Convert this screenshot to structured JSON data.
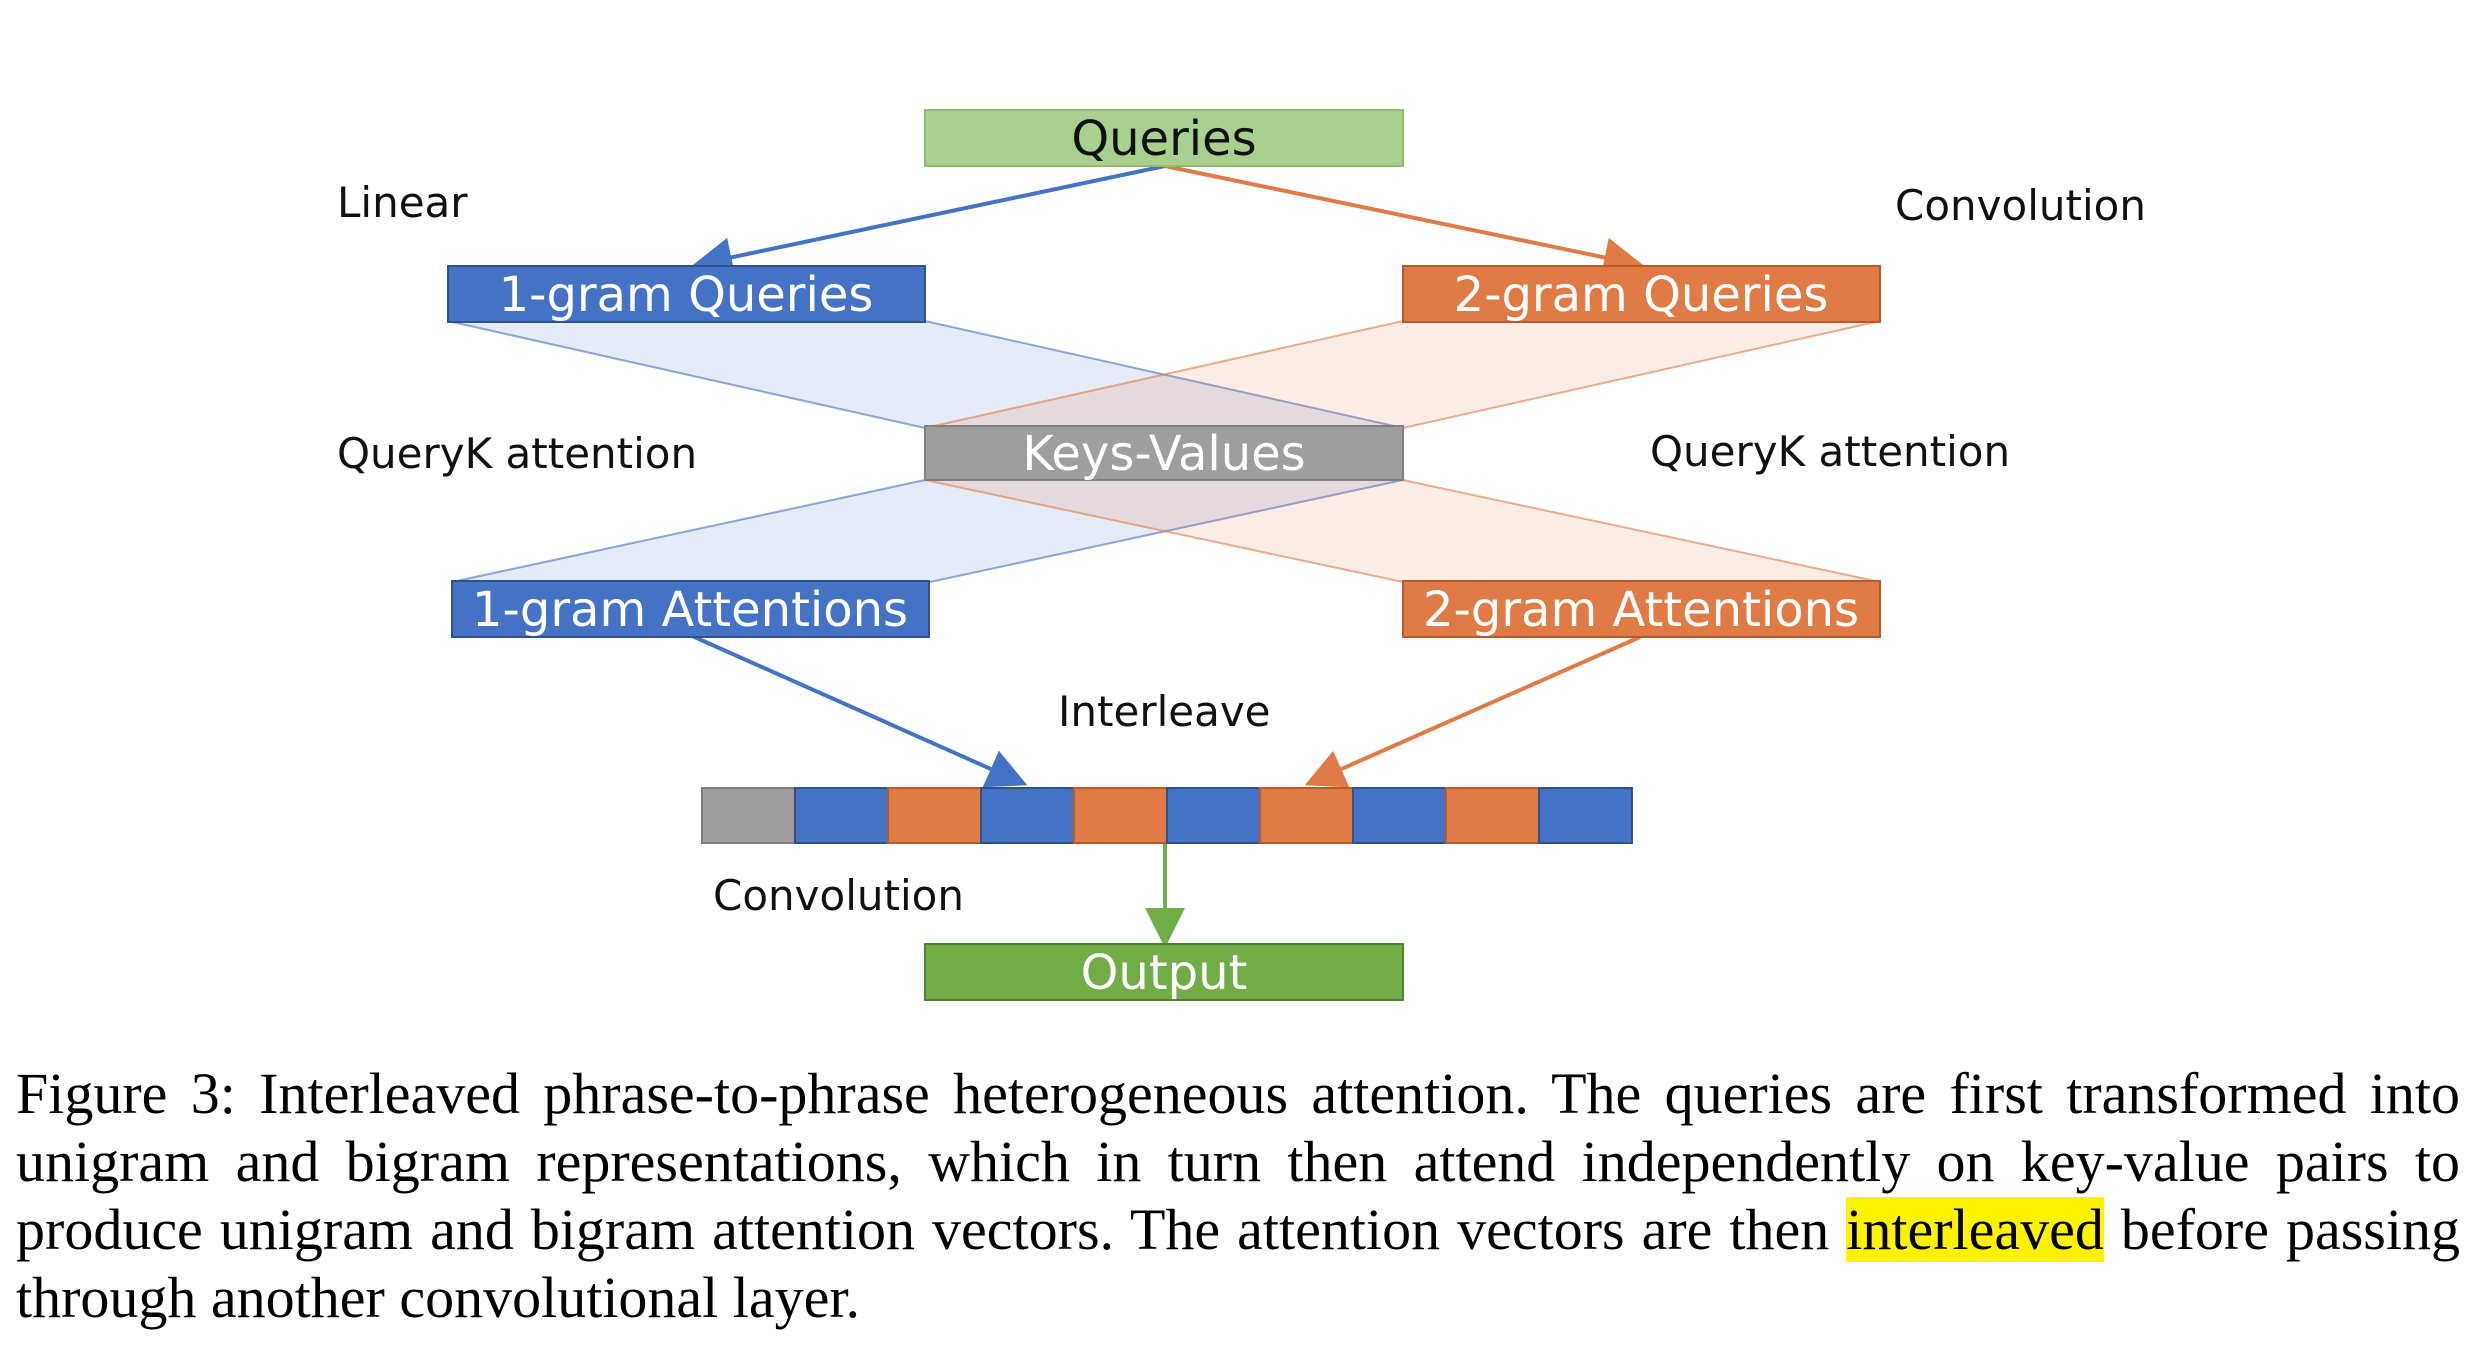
{
  "diagram": {
    "queries": "Queries",
    "linear_label": "Linear",
    "convolution_top_label": "Convolution",
    "unigram_queries": "1-gram Queries",
    "bigram_queries": "2-gram Queries",
    "queryk_left": "QueryK attention",
    "queryk_right": "QueryK attention",
    "keys_values": "Keys-Values",
    "unigram_attentions": "1-gram Attentions",
    "bigram_attentions": "2-gram Attentions",
    "interleave_label": "Interleave",
    "convolution_bottom_label": "Convolution",
    "output": "Output",
    "interleaved_cells": [
      "gray",
      "blue",
      "orange",
      "blue",
      "orange",
      "blue",
      "orange",
      "blue",
      "orange",
      "blue"
    ]
  },
  "colors": {
    "blue": "#4472c4",
    "orange": "#e07b45",
    "gray": "#9e9e9e",
    "green": "#70ad47",
    "light_green": "#a9d08e",
    "highlight": "#fff200"
  },
  "caption": {
    "part1": "Figure 3: Interleaved phrase-to-phrase heterogeneous attention. The queries are first transformed into unigram and bigram representations, which in turn then attend independently on key-value pairs to produce unigram and bigram attention vectors. The attention vectors are then ",
    "highlighted": "interleaved",
    "part2": " before passing through another convolutional layer."
  }
}
